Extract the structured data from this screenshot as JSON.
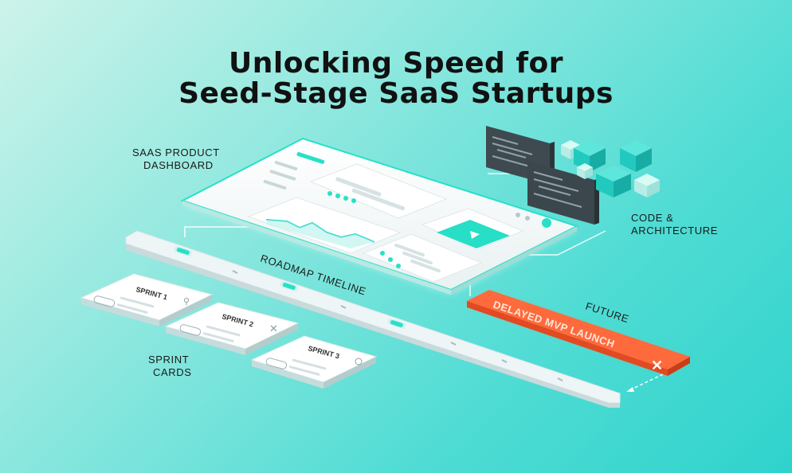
{
  "title": {
    "line1": "Unlocking Speed for",
    "line2": "Seed-Stage SaaS Startups"
  },
  "labels": {
    "dashboard_line1": "SAAS PRODUCT",
    "dashboard_line2": "DASHBOARD",
    "code_line1": "CODE &",
    "code_line2": "ARCHITECTURE",
    "roadmap": "ROADMAP TIMELINE",
    "future": "FUTURE",
    "sprint_cards_line1": "SPRINT",
    "sprint_cards_line2": "CARDS"
  },
  "sprints": [
    {
      "label": "SPRINT 1"
    },
    {
      "label": "SPRINT 2"
    },
    {
      "label": "SPRINT 3"
    }
  ],
  "delay_banner": {
    "label": "DELAYED MVP LAUNCH"
  },
  "colors": {
    "accent_teal": "#22d3c5",
    "banner_orange": "#ff6a3d",
    "dark_panel": "#3e4a50"
  }
}
